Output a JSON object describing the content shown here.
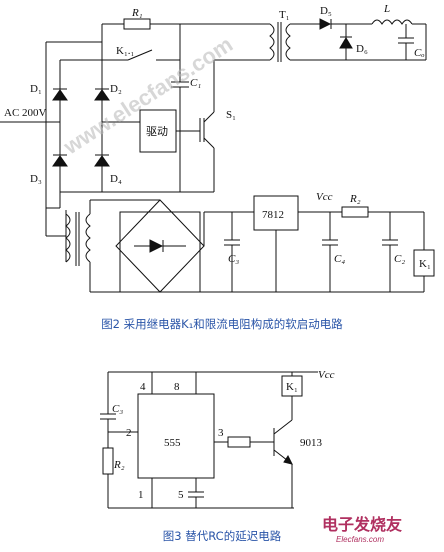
{
  "figure2": {
    "caption": "图2   采用继电器K₁和限流电阻构成的软启动电路",
    "labels": {
      "R1": "R₁",
      "T1": "T₁",
      "D5": "D₅",
      "L": "L",
      "D6": "D₆",
      "Co": "Cₒ",
      "K11": "K₁.₁",
      "D1": "D₁",
      "D2": "D₂",
      "C1": "C₁",
      "S1": "S₁",
      "ac": "AC 200V",
      "drive": "驱动",
      "D3": "D₃",
      "D4": "D₄",
      "reg": "7812",
      "vcc": "Vcc",
      "R2": "R₂",
      "C3": "C₃",
      "C4": "C₄",
      "C2": "C₂",
      "K1": "K₁"
    }
  },
  "figure3": {
    "caption": "图3   替代RC的延迟电路",
    "labels": {
      "pin4": "4",
      "pin8": "8",
      "K1": "K₁",
      "vcc": "Vcc",
      "C3": "C₃",
      "pin2": "2",
      "chip": "555",
      "pin3": "3",
      "transistor": "9013",
      "R2": "R₂",
      "pin1": "1",
      "pin5": "5"
    }
  },
  "watermark": "www.elecfans.com",
  "logo": {
    "text": "电子发烧友",
    "sub": "Elecfans.com"
  }
}
